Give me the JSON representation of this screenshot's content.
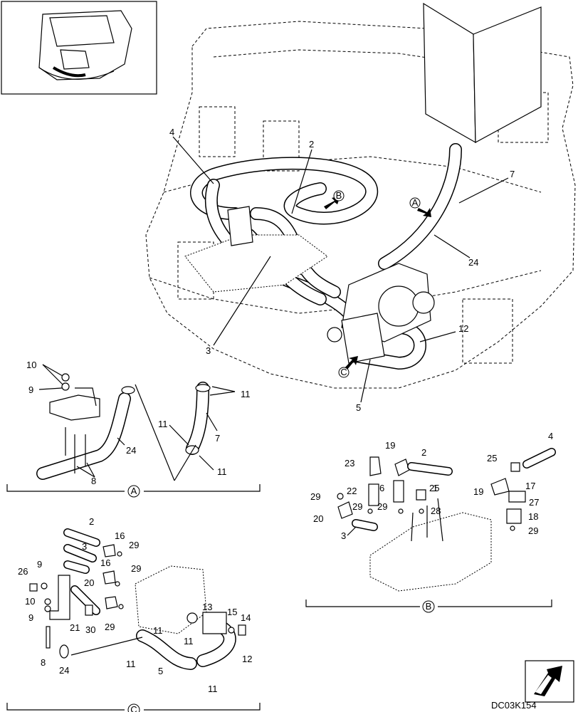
{
  "labels": {
    "main": [
      "4",
      "2",
      "7",
      "3",
      "24",
      "12",
      "5"
    ],
    "detail_a": [
      "10",
      "9",
      "11",
      "11",
      "7",
      "24",
      "11",
      "8"
    ],
    "detail_b": [
      "4",
      "19",
      "2",
      "23",
      "25",
      "6",
      "1",
      "29",
      "22",
      "25",
      "19",
      "17",
      "27",
      "20",
      "29",
      "29",
      "28",
      "18",
      "3",
      "29"
    ],
    "detail_c": [
      "2",
      "3",
      "16",
      "29",
      "16",
      "29",
      "26",
      "9",
      "20",
      "10",
      "9",
      "21",
      "13",
      "15",
      "14",
      "30",
      "29",
      "11",
      "11",
      "12",
      "8",
      "24",
      "11",
      "5",
      "11"
    ]
  },
  "callouts": {
    "a": "A",
    "b": "B",
    "c": "C"
  },
  "figure_id": "DC03K154"
}
